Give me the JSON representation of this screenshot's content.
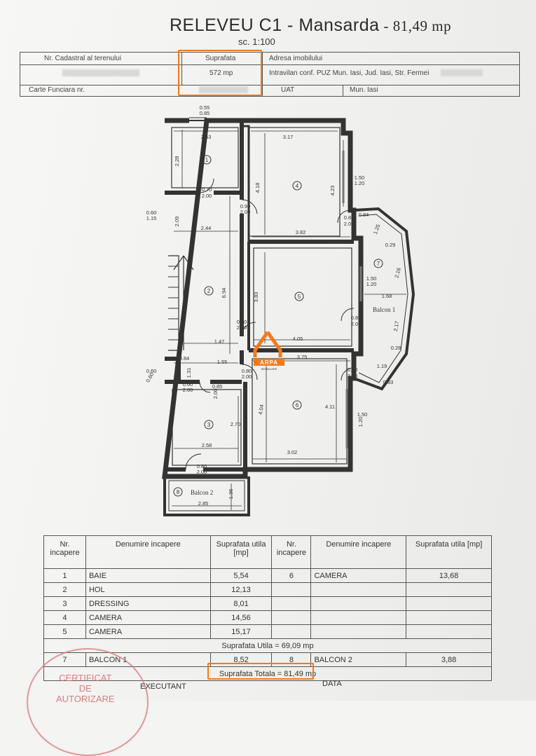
{
  "header": {
    "title": "RELEVEU  C1 - Mansarda",
    "area": "- 81,49 mp",
    "scale": "sc. 1:100"
  },
  "info": {
    "cadastral_label": "Nr. Cadastral al terenului",
    "surface_label": "Suprafata",
    "surface_value": "572 mp",
    "address_label": "Adresa imobilului",
    "address_value": "Intravilan conf. PUZ Mun. Iasi, Jud. Iasi, Str. Fermei",
    "land_book_label": "Carte Funciara nr.",
    "uat_label": "UAT",
    "uat_value": "Mun. Iasi"
  },
  "plan": {
    "room_numbers": [
      "1",
      "2",
      "3",
      "4",
      "5",
      "6",
      "7",
      "8"
    ],
    "balcony1_label": "Balcon 1",
    "balcony2_label": "Balcon 2",
    "dims": [
      "0.55",
      "0.85",
      "2.43",
      "3.17",
      "2.28",
      "4.18",
      "4.23",
      "1.50",
      "1.20",
      "0.70",
      "2.00",
      "0.90",
      "2.00",
      "0.84",
      "0.60",
      "1.15",
      "2.09",
      "2.44",
      "3.82",
      "0.80",
      "2.00",
      "1.25",
      "0.29",
      "2.16",
      "6.94",
      "3.83",
      "1.50",
      "1.20",
      "1.68",
      "0.90",
      "2.00",
      "0.80",
      "2.00",
      "2.17",
      "1.47",
      "4.05",
      "0.28",
      "0.60",
      "0.60",
      "0.84",
      "1.31",
      "1.55",
      "0.80",
      "2.00",
      "3.75",
      "0.80",
      "2.00",
      "1.19",
      "0.83",
      "0.60",
      "2.00",
      "0.85",
      "2.00",
      "4.04",
      "4.11",
      "1.50",
      "1.20",
      "2.70",
      "2.58",
      "3.02",
      "0.80",
      "2.00",
      "1.36",
      "2.85"
    ]
  },
  "logo": {
    "name": "ARPA",
    "subtitle": "IMOBILIARE"
  },
  "table": {
    "headers": {
      "nr": "Nr. incapere",
      "name": "Denumire incapere",
      "area": "Suprafata utila [mp]"
    },
    "rows_left": [
      {
        "nr": "1",
        "name": "BAIE",
        "area": "5,54"
      },
      {
        "nr": "2",
        "name": "HOL",
        "area": "12,13"
      },
      {
        "nr": "3",
        "name": "DRESSING",
        "area": "8,01"
      },
      {
        "nr": "4",
        "name": "CAMERA",
        "area": "14,56"
      },
      {
        "nr": "5",
        "name": "CAMERA",
        "area": "15,17"
      }
    ],
    "row_right": {
      "nr": "6",
      "name": "CAMERA",
      "area": "13,68"
    },
    "utila_total": "Suprafata Utila = 69,09 mp",
    "balcon_left": {
      "nr": "7",
      "name": "BALCON 1",
      "area": "8,52"
    },
    "balcon_right": {
      "nr": "8",
      "name": "BALCON 2",
      "area": "3,88"
    },
    "grand_total": "Suprafata Totala = 81,49 mp",
    "executant": "EXECUTANT",
    "data_label": "DATA"
  },
  "stamp": {
    "line1": "CERTIFICAT",
    "line2": "DE",
    "line3": "AUTORIZARE"
  },
  "colors": {
    "highlight": "#f27a1a",
    "stamp": "#d46a6b",
    "line": "#333333"
  }
}
